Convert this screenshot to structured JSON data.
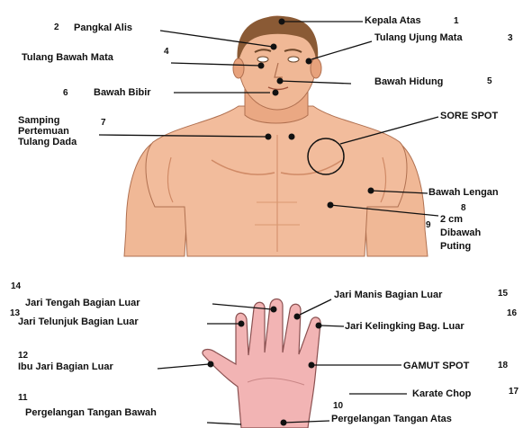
{
  "points": [
    {
      "num": "1",
      "label": "Kepala Atas"
    },
    {
      "num": "2",
      "label": "Pangkal Alis"
    },
    {
      "num": "3",
      "label": "Tulang Ujung Mata"
    },
    {
      "num": "4",
      "label": "Tulang Bawah Mata"
    },
    {
      "num": "5",
      "label": "Bawah Hidung"
    },
    {
      "num": "6",
      "label": "Bawah Bibir"
    },
    {
      "num": "7",
      "label_lines": [
        "Samping",
        "Pertemuan",
        "Tulang Dada"
      ]
    },
    {
      "num": "",
      "label": "SORE SPOT"
    },
    {
      "num": "8",
      "label": "Bawah Lengan"
    },
    {
      "num": "9",
      "label_lines": [
        "2 cm",
        "Dibawah",
        "Puting"
      ]
    },
    {
      "num": "10",
      "label": "Pergelangan Tangan Atas"
    },
    {
      "num": "11",
      "label": "Pergelangan Tangan Bawah"
    },
    {
      "num": "12",
      "label": "Ibu Jari Bagian Luar"
    },
    {
      "num": "13",
      "label": "Jari Telunjuk Bagian Luar"
    },
    {
      "num": "14",
      "label": "Jari Tengah Bagian Luar"
    },
    {
      "num": "15",
      "label": "Jari Manis Bagian Luar"
    },
    {
      "num": "16",
      "label": "Jari Kelingking Bag. Luar"
    },
    {
      "num": "17",
      "label": "Karate Chop"
    },
    {
      "num": "18",
      "label": "GAMUT SPOT"
    }
  ],
  "colors": {
    "skin": "#f0b896",
    "skin_shadow": "#d9906a",
    "hair": "#8a5a35",
    "hand": "#f2b4b4",
    "ink": "#111111"
  }
}
